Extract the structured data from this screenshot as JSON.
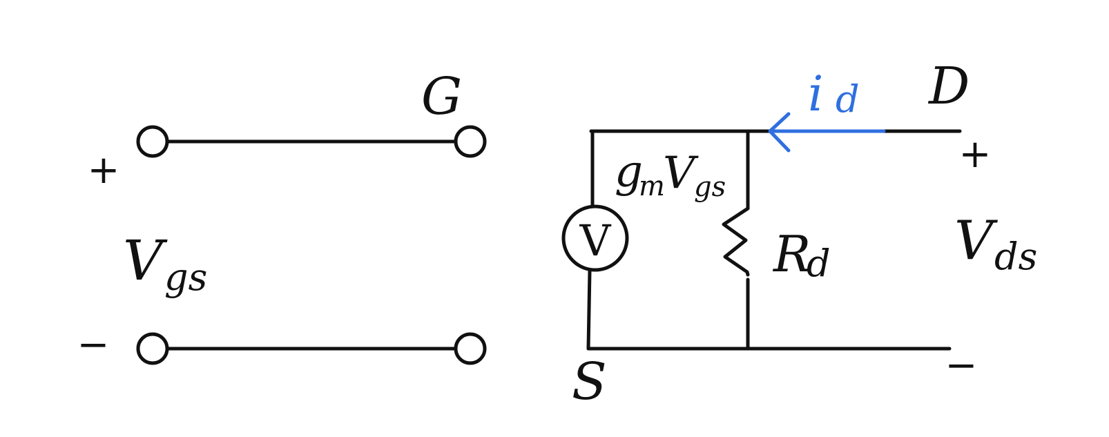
{
  "colors": {
    "ink": "#111111",
    "current_arrow": "#2f6fe0",
    "background": "#ffffff"
  },
  "labels": {
    "gate": "G",
    "drain": "D",
    "source": "S",
    "vgs_v": "V",
    "vgs_sub": "gs",
    "vds_v": "V",
    "vds_sub": "ds",
    "plus_in": "+",
    "minus_in": "−",
    "plus_out": "+",
    "minus_out": "−",
    "source_gm": "g",
    "source_gm_sub": "m",
    "source_gm_v": "V",
    "source_gm_vsub": "gs",
    "source_symbol": "V",
    "resistor_r": "R",
    "resistor_sub": "d",
    "current_i": "i",
    "current_sub": "d"
  },
  "icons": {
    "voltage_source": "circle-with-V",
    "resistor": "zigzag",
    "terminal": "open-circle",
    "current_arrow": "left-arrow"
  }
}
